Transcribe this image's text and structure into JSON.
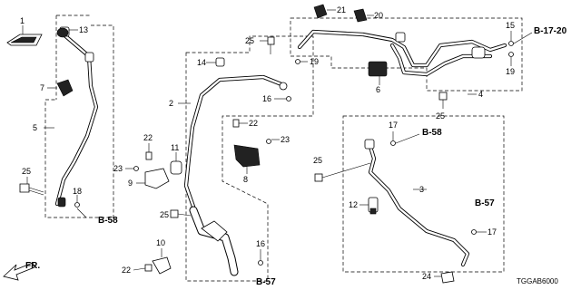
{
  "callouts": {
    "n1": "1",
    "n2": "2",
    "n3": "3",
    "n4": "4",
    "n5": "5",
    "n6": "6",
    "n7": "7",
    "n8": "8",
    "n9": "9",
    "n10": "10",
    "n11": "11",
    "n12": "12",
    "n13": "13",
    "n14": "14",
    "n15": "15",
    "n16": "16",
    "n17": "17",
    "n18": "18",
    "n19": "19",
    "n20": "20",
    "n21": "21",
    "n22": "22",
    "n23": "23",
    "n24": "24",
    "n25": "25"
  },
  "refs": {
    "b58": "B-58",
    "b57": "B-57",
    "b1720": "B-17-20"
  },
  "diagram_code": "TGGAB6000",
  "front_label": "FR."
}
